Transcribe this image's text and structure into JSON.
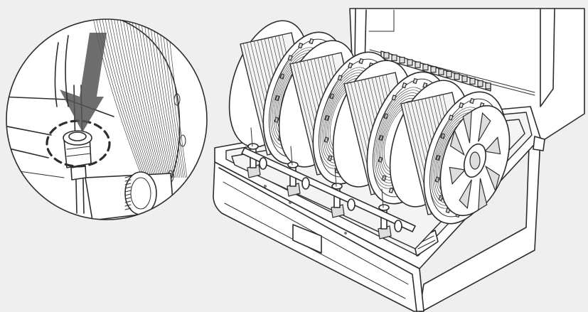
{
  "figure": {
    "palette": {
      "background": "#efefef",
      "line": "#2d2d2d",
      "part_fill": "#ffffff",
      "arrow": "#555555"
    },
    "parts": [
      "filament-dry-box",
      "open-lid",
      "filament-spool",
      "filament-guide-tube",
      "feed-coupler",
      "detail-magnifier",
      "insertion-arrow"
    ],
    "spool_count": 4,
    "detail_view": {
      "highlighted_part": "feed-coupler",
      "highlight_style": "dashed-circle",
      "arrow_direction": "down"
    }
  }
}
